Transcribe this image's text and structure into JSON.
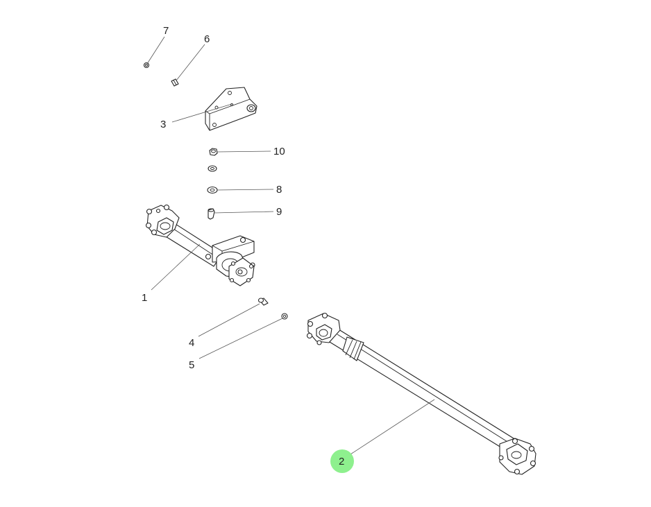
{
  "diagram": {
    "callouts": [
      {
        "id": "1",
        "label": "1"
      },
      {
        "id": "2",
        "label": "2",
        "highlighted": true
      },
      {
        "id": "3",
        "label": "3"
      },
      {
        "id": "4",
        "label": "4"
      },
      {
        "id": "5",
        "label": "5"
      },
      {
        "id": "6",
        "label": "6"
      },
      {
        "id": "7",
        "label": "7"
      },
      {
        "id": "8",
        "label": "8"
      },
      {
        "id": "9",
        "label": "9"
      },
      {
        "id": "10",
        "label": "10"
      }
    ],
    "highlight_color": "#8ef08e",
    "line_color": "#222222"
  }
}
